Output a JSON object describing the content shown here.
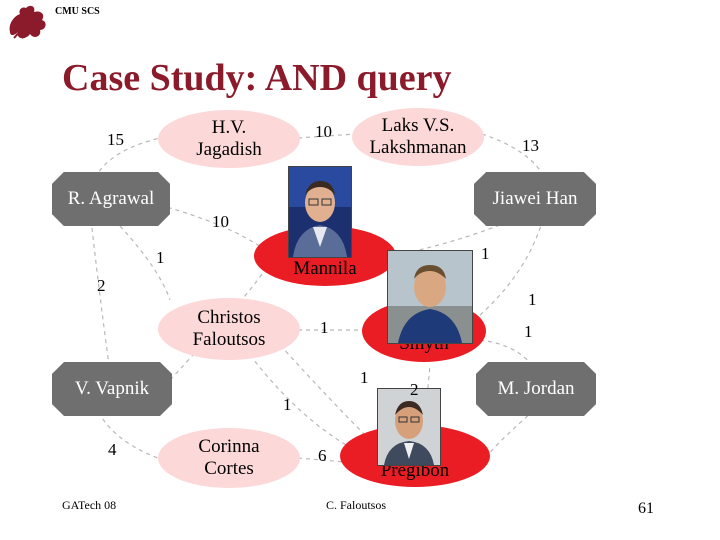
{
  "header": {
    "org": "CMU SCS",
    "title": "Case Study: AND query"
  },
  "graph": {
    "nodes": {
      "hv": [
        "H.V.",
        "Jagadish"
      ],
      "laks": [
        "Laks V.S.",
        "Lakshmanan"
      ],
      "agrawal": [
        "R. Agrawal"
      ],
      "han": [
        "Jiawei Han"
      ],
      "mannila": [
        "Mannila"
      ],
      "faloutsos": [
        "Christos",
        "Faloutsos"
      ],
      "smyth": [
        "Smyth"
      ],
      "vapnik": [
        "V. Vapnik"
      ],
      "jordan": [
        "M. Jordan"
      ],
      "cortes": [
        "Corinna",
        "Cortes"
      ],
      "pregibon": [
        "Pregibon"
      ]
    },
    "edge_weights": {
      "agrawal_hv": "15",
      "hv_laks": "10",
      "laks_han": "13",
      "agrawal_mannila": "10",
      "agrawal_faloutsos_near": "1",
      "agrawal_vapnik": "2",
      "mannila_han": "1",
      "smyth_han": "1",
      "smyth_jordan": "1",
      "faloutsos_smyth": "1",
      "faloutsos_pregibon_a": "1",
      "faloutsos_pregibon_b": "1",
      "pregibon_smyth": "2",
      "vapnik_cortes": "4",
      "cortes_pregibon": "6"
    }
  },
  "footer": {
    "left": "GATech 08",
    "center": "C. Faloutsos",
    "page": "61"
  }
}
